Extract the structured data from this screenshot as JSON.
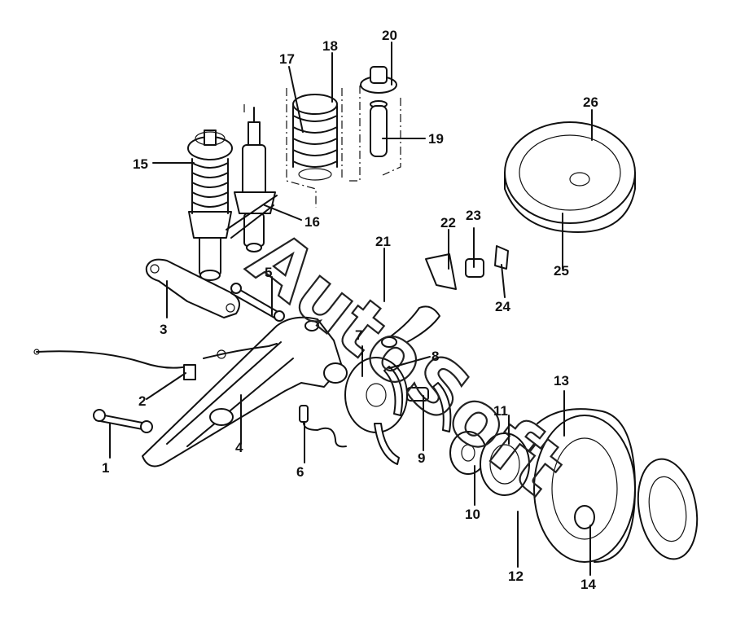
{
  "watermark": "AutoSoft",
  "callouts": [
    {
      "id": "1",
      "text": "1"
    },
    {
      "id": "2",
      "text": "2"
    },
    {
      "id": "3",
      "text": "3"
    },
    {
      "id": "4",
      "text": "4"
    },
    {
      "id": "5",
      "text": "5"
    },
    {
      "id": "6",
      "text": "6"
    },
    {
      "id": "7",
      "text": "7"
    },
    {
      "id": "8",
      "text": "8"
    },
    {
      "id": "9",
      "text": "9"
    },
    {
      "id": "10",
      "text": "10"
    },
    {
      "id": "11",
      "text": "11"
    },
    {
      "id": "12",
      "text": "12"
    },
    {
      "id": "13",
      "text": "13"
    },
    {
      "id": "14",
      "text": "14"
    },
    {
      "id": "15",
      "text": "15"
    },
    {
      "id": "16",
      "text": "16"
    },
    {
      "id": "17",
      "text": "17"
    },
    {
      "id": "18",
      "text": "18"
    },
    {
      "id": "19",
      "text": "19"
    },
    {
      "id": "20",
      "text": "20"
    },
    {
      "id": "21",
      "text": "21"
    },
    {
      "id": "22",
      "text": "22"
    },
    {
      "id": "23",
      "text": "23"
    },
    {
      "id": "24",
      "text": "24"
    },
    {
      "id": "25",
      "text": "25"
    },
    {
      "id": "26",
      "text": "26"
    }
  ]
}
